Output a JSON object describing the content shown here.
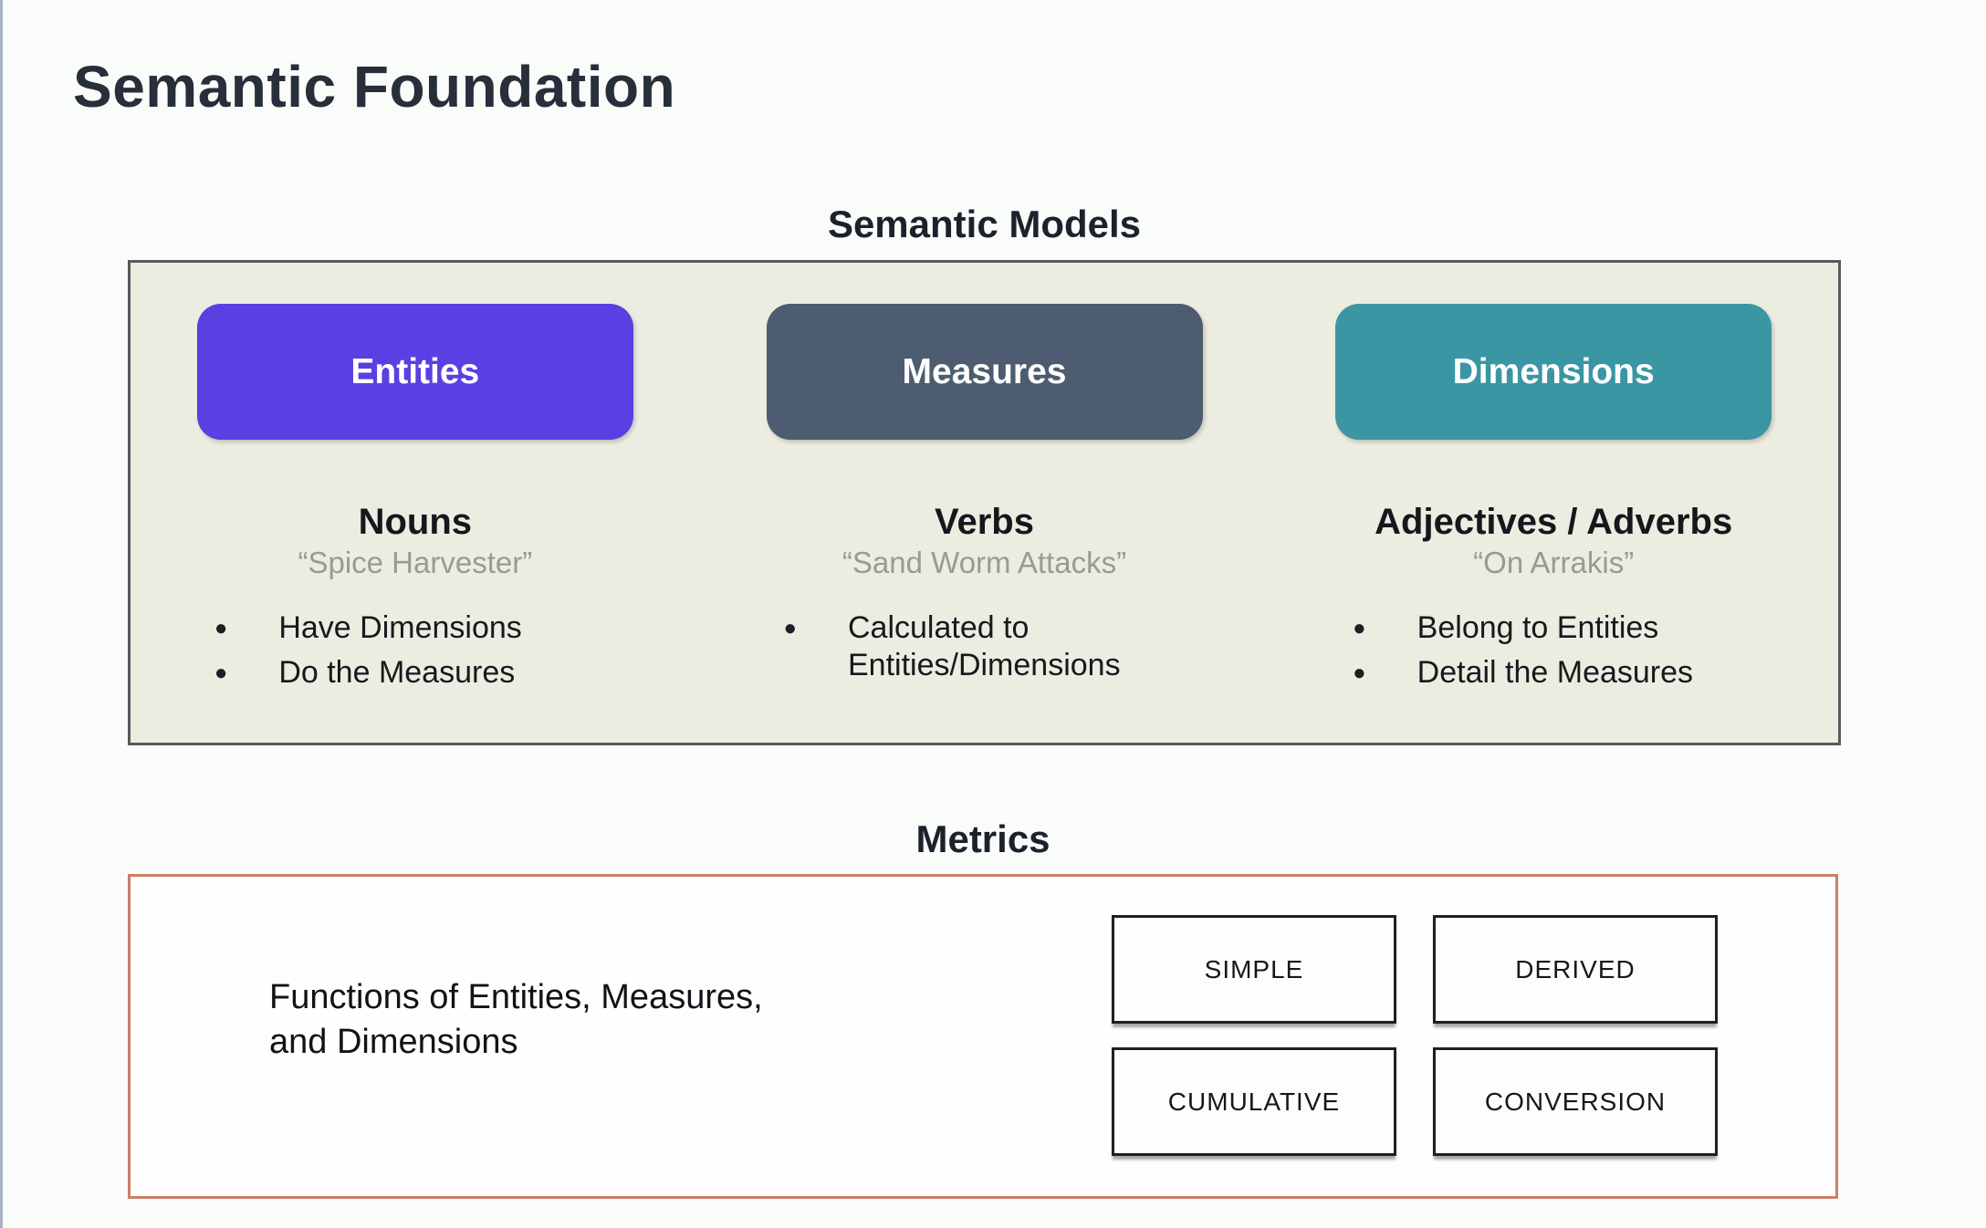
{
  "page": {
    "title": "Semantic Foundation"
  },
  "semantic_models": {
    "heading": "Semantic Models",
    "columns": [
      {
        "button": "Entities",
        "heading": "Nouns",
        "quote": "“Spice Harvester”",
        "bullets": [
          "Have Dimensions",
          "Do the Measures"
        ]
      },
      {
        "button": "Measures",
        "heading": "Verbs",
        "quote": "“Sand Worm Attacks”",
        "bullets": [
          "Calculated to Entities/Dimensions"
        ]
      },
      {
        "button": "Dimensions",
        "heading": "Adjectives / Adverbs",
        "quote": "“On Arrakis”",
        "bullets": [
          "Belong to Entities",
          "Detail the Measures"
        ]
      }
    ]
  },
  "metrics": {
    "heading": "Metrics",
    "description": "Functions of Entities, Measures,\nand Dimensions",
    "types": [
      "SIMPLE",
      "DERIVED",
      "CUMULATIVE",
      "CONVERSION"
    ]
  },
  "colors": {
    "entities_button": "#5a3fe2",
    "measures_button": "#4d5c70",
    "dimensions_button": "#3b96a4",
    "models_panel_bg": "#edece1",
    "models_panel_border": "#575b5f",
    "metrics_panel_border": "#cb7f67",
    "quote_text": "#9b9a92",
    "page_bg": "#fafcfa"
  }
}
